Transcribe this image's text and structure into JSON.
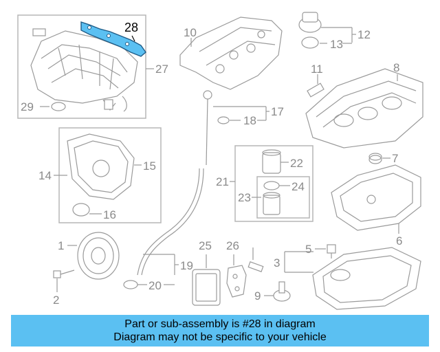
{
  "diagram": {
    "highlight_color": "#5bc0f2",
    "labels": {
      "p1": "1",
      "p2": "2",
      "p3": "3",
      "p5": "5",
      "p6": "6",
      "p7": "7",
      "p8": "8",
      "p9": "9",
      "p10": "10",
      "p11": "11",
      "p12": "12",
      "p13": "13",
      "p14": "14",
      "p15": "15",
      "p16": "16",
      "p17": "17",
      "p18": "18",
      "p19": "19",
      "p20": "20",
      "p21": "21",
      "p22": "22",
      "p23": "23",
      "p24": "24",
      "p25": "25",
      "p26": "26",
      "p27": "27",
      "p28": "28",
      "p29": "29"
    }
  },
  "banner": {
    "line1": "Part or sub-assembly is #28 in diagram",
    "line2": "Diagram may not be specific to your vehicle",
    "color": "#5bc0f2"
  }
}
